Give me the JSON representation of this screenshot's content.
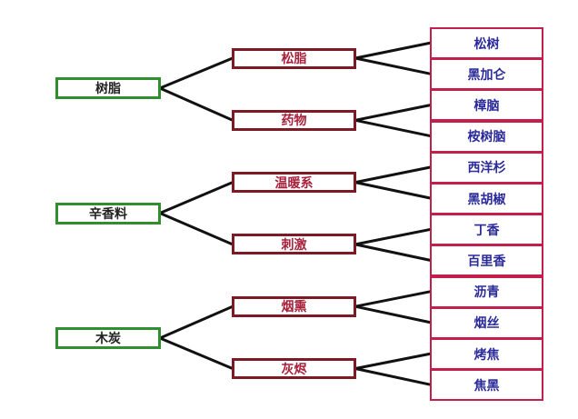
{
  "colors": {
    "level1_border": "#2f8f2f",
    "level2_border": "#7d1a26",
    "level2_text": "#a8203a",
    "level3_border": "#c41e4a",
    "level3_text": "#2a2a9a",
    "connector": "#111111"
  },
  "tree": [
    {
      "label": "树脂",
      "children": [
        {
          "label": "松脂",
          "children": [
            "松树",
            "黑加仑"
          ]
        },
        {
          "label": "药物",
          "children": [
            "樟脑",
            "桉树脑"
          ]
        }
      ]
    },
    {
      "label": "辛香料",
      "children": [
        {
          "label": "温暖系",
          "children": [
            "西洋杉",
            "黑胡椒"
          ]
        },
        {
          "label": "刺激",
          "children": [
            "丁香",
            "百里香"
          ]
        }
      ]
    },
    {
      "label": "木炭",
      "children": [
        {
          "label": "烟熏",
          "children": [
            "沥青",
            "烟丝"
          ]
        },
        {
          "label": "灰烬",
          "children": [
            "烤焦",
            "焦黑"
          ]
        }
      ]
    }
  ]
}
